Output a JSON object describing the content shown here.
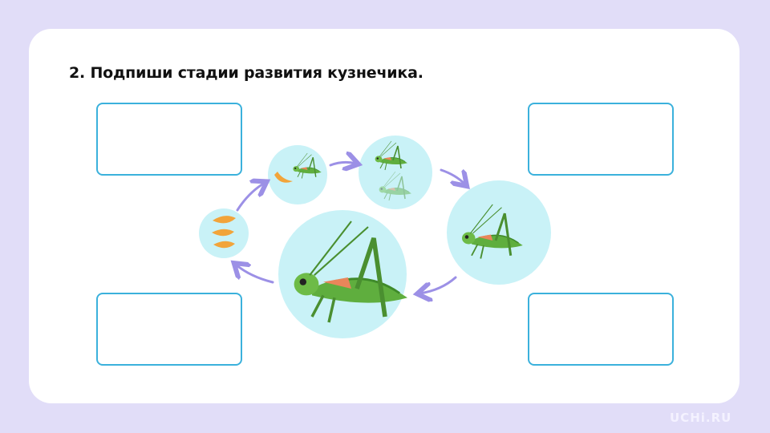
{
  "task": {
    "title": "2. Подпиши стадии развития кузнечика."
  },
  "answer_boxes": [
    {
      "position": "top-left",
      "value": ""
    },
    {
      "position": "top-right",
      "value": ""
    },
    {
      "position": "bottom-left",
      "value": ""
    },
    {
      "position": "bottom-right",
      "value": ""
    }
  ],
  "watermark": "UCHi.RU",
  "colors": {
    "background": "#e1ddf8",
    "circle": "#c9f2f7",
    "arrow": "#9c90e6",
    "box_border": "#3bb1dc",
    "grasshopper": "#5fae3e",
    "egg": "#f2a43a"
  }
}
